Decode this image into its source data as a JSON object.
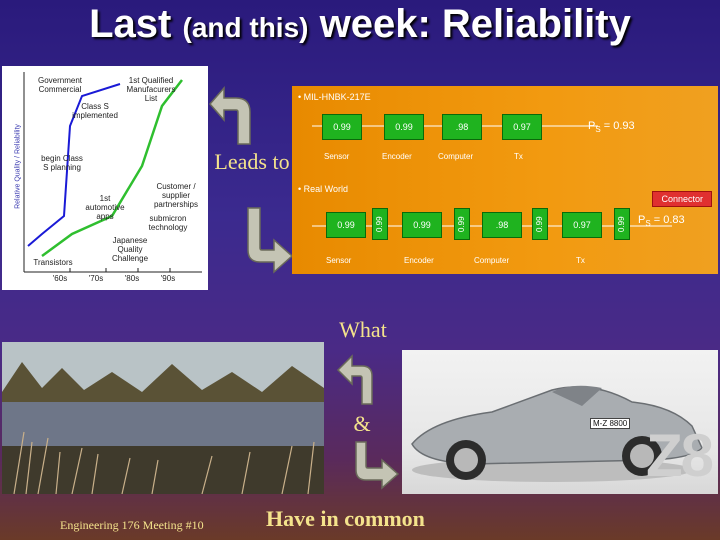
{
  "title": {
    "part1": "Last",
    "part2": "(and this)",
    "part3": "week: Reliability"
  },
  "chart": {
    "y_axis_label": "Relative Quality / Reliability",
    "annotations": {
      "gov": "Government Commercial",
      "first_qual": "1st Qualified Manufacurers List",
      "class_s_impl": "Class S implemented",
      "begin_class_s": "begin Class S planning",
      "first_auto": "1st automotive apps",
      "customer": "Customer / supplier partnerships",
      "submicron": "submicron technology",
      "japanese": "Japanese Quality Challenge",
      "transistors": "Transistors"
    },
    "x_ticks": [
      "'60s",
      "'70s",
      "'80s",
      "'90s"
    ]
  },
  "leads_to": "Leads to",
  "reliability": {
    "mil_heading": "• MIL-HNBK-217E",
    "real_heading": "• Real World",
    "mil_values": [
      "0.99",
      "0.99",
      ".98",
      "0.97"
    ],
    "mil_labels": [
      "Sensor",
      "Encoder",
      "Computer",
      "Tx"
    ],
    "mil_ps_label": "P",
    "mil_ps_sub": "S",
    "mil_ps_value": "= 0.93",
    "real_values": [
      "0.99",
      "0.99",
      ".98",
      "0.97"
    ],
    "connector_values": [
      "0.99",
      "0.99",
      "0.99",
      "0.99"
    ],
    "real_labels": [
      "Sensor",
      "Encoder",
      "Computer",
      "Tx"
    ],
    "real_ps_label": "P",
    "real_ps_sub": "S",
    "real_ps_value": "= 0.83",
    "connector": "Connector"
  },
  "what": "What",
  "amp": "&",
  "have_in_common": "Have in common",
  "footer": "Engineering 176 Meeting #10",
  "car": {
    "badge": "Z8",
    "plate": "M-Z 8800"
  }
}
